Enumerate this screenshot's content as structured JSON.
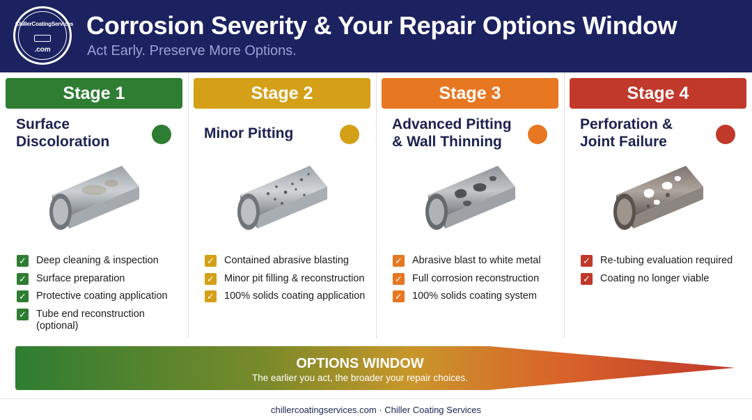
{
  "header": {
    "logo_top": "ChillerCoatingServices",
    "logo_bottom": ".com",
    "title": "Corrosion Severity & Your Repair Options Window",
    "subtitle": "Act Early. Preserve More Options."
  },
  "stages": [
    {
      "label": "Stage 1",
      "name_line1": "Surface",
      "name_line2": "Discoloration",
      "color": "#2e7d32",
      "options": [
        "Deep cleaning & inspection",
        "Surface preparation",
        "Protective coating application",
        "Tube end reconstruction (optional)"
      ]
    },
    {
      "label": "Stage 2",
      "name_line1": "Minor Pitting",
      "name_line2": "",
      "color": "#d4a017",
      "options": [
        "Contained abrasive blasting",
        "Minor pit filling & reconstruction",
        "100% solids coating application"
      ]
    },
    {
      "label": "Stage 3",
      "name_line1": "Advanced Pitting",
      "name_line2": "& Wall Thinning",
      "color": "#e87722",
      "options": [
        "Abrasive blast to white metal",
        "Full corrosion reconstruction",
        "100% solids coating system"
      ]
    },
    {
      "label": "Stage 4",
      "name_line1": "Perforation &",
      "name_line2": "Joint Failure",
      "color": "#c0392b",
      "options": [
        "Re-tubing evaluation required",
        "Coating no longer viable"
      ]
    }
  ],
  "options_window": {
    "title": "OPTIONS WINDOW",
    "subtitle": "The earlier you act, the broader your repair choices."
  },
  "footer": {
    "text": "chillercoatingservices.com · Chiller Coating Services"
  }
}
